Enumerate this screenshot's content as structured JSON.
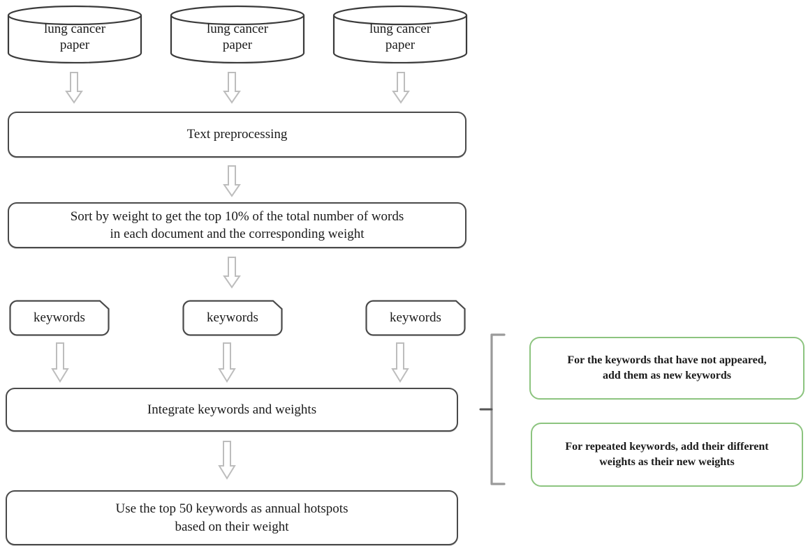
{
  "diagram": {
    "title": "Keyword extraction and annual hotspot identification flowchart",
    "colors": {
      "node_border": "#4a4a4a",
      "note_border": "#8cc47f",
      "arrow_outline": "#b8b8b8",
      "bracket": "#9a9a9a",
      "background": "#ffffff",
      "text": "#1a1a1a"
    },
    "sources": [
      {
        "id": "source-1",
        "line1": "lung cancer",
        "line2": "paper"
      },
      {
        "id": "source-2",
        "line1": "lung cancer",
        "line2": "paper"
      },
      {
        "id": "source-3",
        "line1": "lung cancer",
        "line2": "paper"
      }
    ],
    "steps": {
      "preprocessing": {
        "label": "Text preprocessing"
      },
      "sort": {
        "line1": "Sort by weight to get the top 10% of the total number of words",
        "line2": "in each document and the corresponding weight"
      },
      "integrate": {
        "label": "Integrate keywords and weights"
      },
      "hotspots": {
        "line1": "Use the top 50 keywords as annual hotspots",
        "line2": "based on their weight"
      }
    },
    "keywords": [
      {
        "id": "keywords-1",
        "label": "keywords"
      },
      {
        "id": "keywords-2",
        "label": "keywords"
      },
      {
        "id": "keywords-3",
        "label": "keywords"
      }
    ],
    "notes": [
      {
        "id": "note-new-keywords",
        "line1": "For the keywords that have not appeared,",
        "line2": "add them as new keywords"
      },
      {
        "id": "note-repeated-keywords",
        "line1": "For repeated keywords, add their different",
        "line2": "weights as their new weights"
      }
    ],
    "arrows": [
      {
        "id": "arrow-source-1-to-preprocessing",
        "direction": "down"
      },
      {
        "id": "arrow-source-2-to-preprocessing",
        "direction": "down"
      },
      {
        "id": "arrow-source-3-to-preprocessing",
        "direction": "down"
      },
      {
        "id": "arrow-preprocessing-to-sort",
        "direction": "down"
      },
      {
        "id": "arrow-sort-to-keywords",
        "direction": "down"
      },
      {
        "id": "arrow-keywords-1-to-integrate",
        "direction": "down"
      },
      {
        "id": "arrow-keywords-2-to-integrate",
        "direction": "down"
      },
      {
        "id": "arrow-keywords-3-to-integrate",
        "direction": "down"
      },
      {
        "id": "arrow-integrate-to-hotspots",
        "direction": "down"
      }
    ],
    "bracket": {
      "id": "notes-bracket",
      "orientation": "left-facing"
    }
  }
}
